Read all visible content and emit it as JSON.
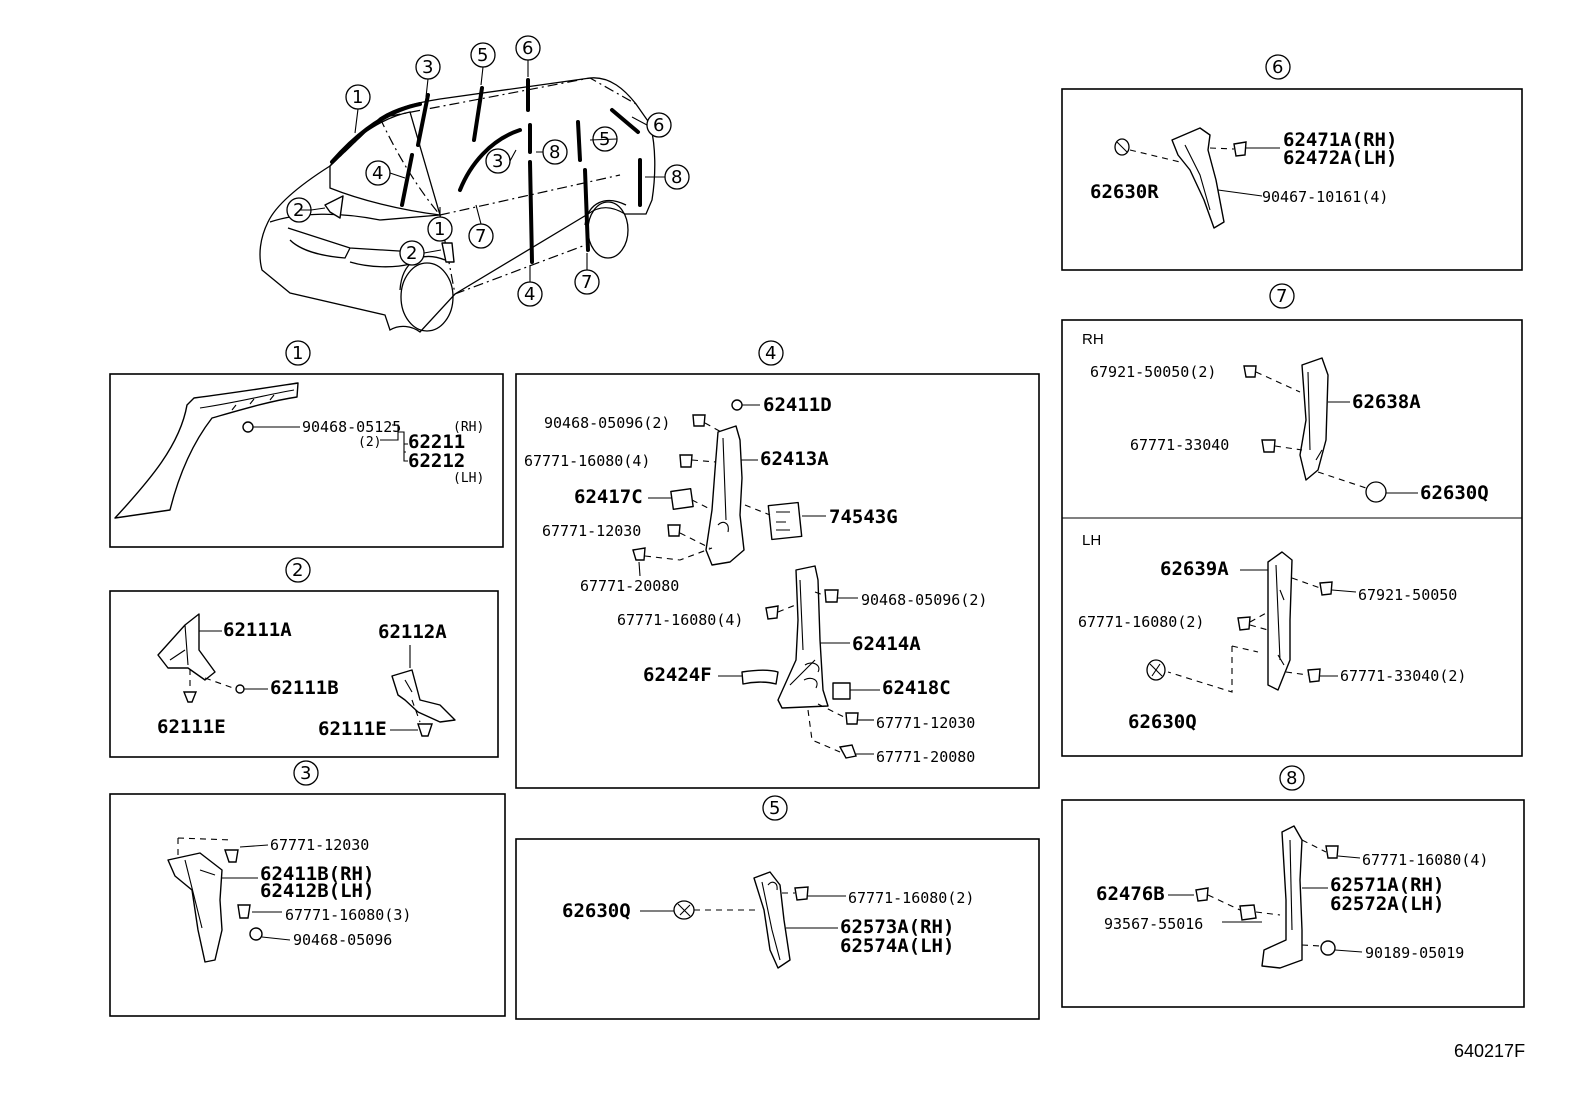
{
  "figure_id": "640217F",
  "overview": {
    "callouts": [
      "1",
      "2",
      "3",
      "4",
      "5",
      "6",
      "7",
      "8",
      "1",
      "2",
      "3",
      "4",
      "5",
      "6",
      "7",
      "8"
    ]
  },
  "sections": {
    "s1": {
      "marker": "1",
      "parts": {
        "screw": "90468-05125",
        "screw_qty": "(2)",
        "rh_part": "62211",
        "lh_part": "62212",
        "rh_tag": "(RH)",
        "lh_tag": "(LH)"
      }
    },
    "s2": {
      "marker": "2",
      "parts": {
        "a": "62111A",
        "b": "62111B",
        "e1": "62111E",
        "c": "62112A",
        "e2": "62111E"
      }
    },
    "s3": {
      "marker": "3",
      "parts": {
        "clip1": "67771-12030",
        "rh": "62411B(RH)",
        "lh": "62412B(LH)",
        "clip2": "67771-16080(3)",
        "screw": "90468-05096"
      }
    },
    "s4": {
      "marker": "4",
      "parts": {
        "p1": "62411D",
        "p2": "90468-05096(2)",
        "p3": "67771-16080(4)",
        "p4": "62413A",
        "p5": "62417C",
        "p6": "74543G",
        "p7": "67771-12030",
        "p8": "67771-20080",
        "p9": "90468-05096(2)",
        "p10": "67771-16080(4)",
        "p11": "62414A",
        "p12": "62424F",
        "p13": "62418C",
        "p14": "67771-12030",
        "p15": "67771-20080"
      }
    },
    "s5": {
      "marker": "5",
      "parts": {
        "cap": "62630Q",
        "clip": "67771-16080(2)",
        "rh": "62573A(RH)",
        "lh": "62574A(LH)"
      }
    },
    "s6": {
      "marker": "6",
      "parts": {
        "cap": "62630R",
        "rh": "62471A(RH)",
        "lh": "62472A(LH)",
        "clip": "90467-10161(4)"
      }
    },
    "s7": {
      "marker": "7",
      "rh_header": "RH",
      "lh_header": "LH",
      "rh_parts": {
        "clip1": "67921-50050(2)",
        "clip2": "67771-33040",
        "trim": "62638A",
        "cap": "62630Q"
      },
      "lh_parts": {
        "trim": "62639A",
        "clip1": "67921-50050",
        "clip2": "67771-16080(2)",
        "clip3": "67771-33040(2)",
        "cap": "62630Q"
      }
    },
    "s8": {
      "marker": "8",
      "parts": {
        "clip1": "67771-16080(4)",
        "b": "62476B",
        "rh": "62571A(RH)",
        "lh": "62572A(LH)",
        "clip2": "93567-55016",
        "screw": "90189-05019"
      }
    }
  }
}
